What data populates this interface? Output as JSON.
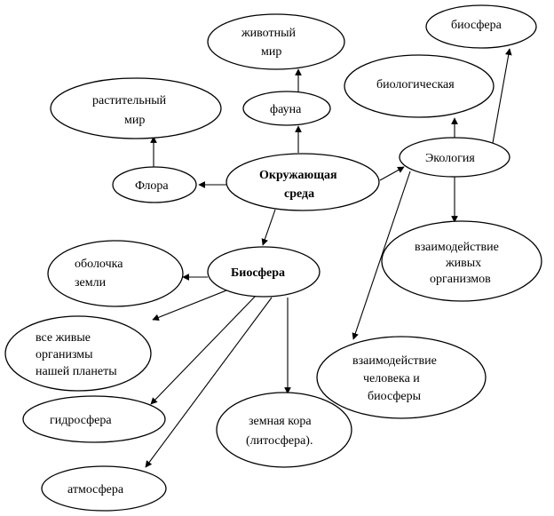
{
  "nodes": {
    "env": [
      "Окружающая",
      "среда"
    ],
    "fauna": [
      "фауна"
    ],
    "animal": [
      "животный",
      "мир"
    ],
    "flora": [
      "Флора"
    ],
    "plant": [
      "растительный",
      "мир"
    ],
    "ecology": [
      "Экология"
    ],
    "bio_sphere_top": [
      "биосфера"
    ],
    "biological": [
      "биологическая"
    ],
    "interact_living": [
      "взаимодействие",
      "живых",
      "организмов"
    ],
    "interact_human": [
      "взаимодействие",
      "человека и",
      "биосферы"
    ],
    "biosphere": [
      "Биосфера"
    ],
    "shell": [
      "оболочка",
      "земли"
    ],
    "all_living": [
      "все живые",
      "организмы",
      "нашей планеты"
    ],
    "hydro": [
      "гидросфера"
    ],
    "crust": [
      "земная кора",
      "(литосфера)."
    ],
    "atmo": [
      "атмосфера"
    ]
  }
}
